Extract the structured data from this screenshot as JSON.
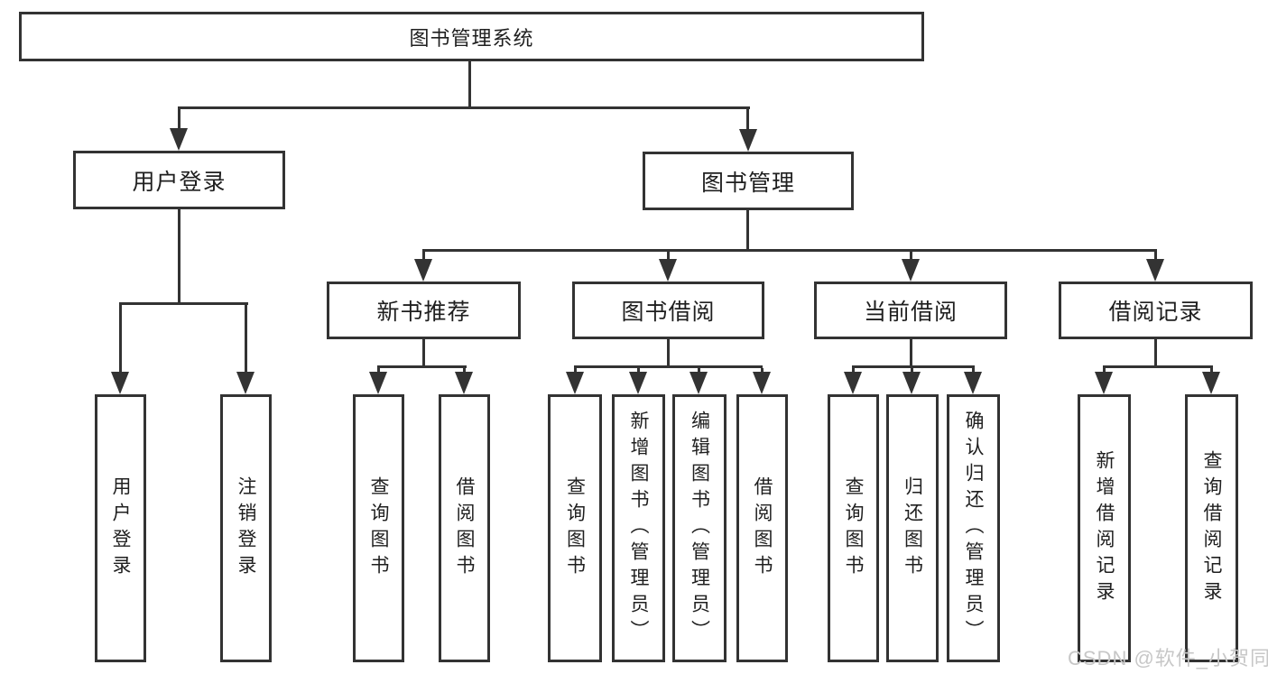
{
  "diagram": {
    "root": {
      "label": "图书管理系统"
    },
    "branches": [
      {
        "label": "用户登录",
        "children": [
          {
            "label": "用户登录"
          },
          {
            "label": "注销登录"
          }
        ]
      },
      {
        "label": "图书管理",
        "children": [
          {
            "label": "新书推荐",
            "children": [
              {
                "label": "查询图书"
              },
              {
                "label": "借阅图书"
              }
            ]
          },
          {
            "label": "图书借阅",
            "children": [
              {
                "label": "查询图书"
              },
              {
                "label": "新增图书（管理员）"
              },
              {
                "label": "编辑图书（管理员）"
              },
              {
                "label": "借阅图书"
              }
            ]
          },
          {
            "label": "当前借阅",
            "children": [
              {
                "label": "查询图书"
              },
              {
                "label": "归还图书"
              },
              {
                "label": "确认归还（管理员）"
              }
            ]
          },
          {
            "label": "借阅记录",
            "children": [
              {
                "label": "新增借阅记录"
              },
              {
                "label": "查询借阅记录"
              }
            ]
          }
        ]
      }
    ],
    "watermark": "CSDN @软件_小贺同学",
    "colors": {
      "line": "#333333",
      "text": "#1f1f1f",
      "background": "#ffffff",
      "watermark": "#c7c7c7"
    }
  }
}
